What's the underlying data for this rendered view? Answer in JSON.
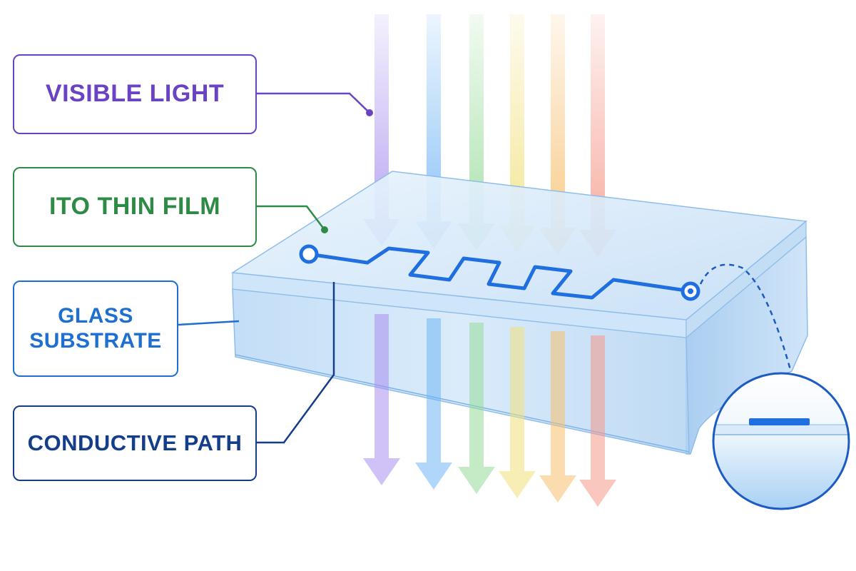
{
  "labels": {
    "visible_light": {
      "text": "VISIBLE LIGHT",
      "color": "#6a43c4"
    },
    "ito_thin_film": {
      "text": "ITO THIN FILM",
      "color": "#2e8b45"
    },
    "glass_substrate": {
      "line1": "GLASS",
      "line2": "SUBSTRATE",
      "color": "#1e6fd0"
    },
    "conductive_path": {
      "text": "CONDUCTIVE PATH",
      "color": "#143d8a"
    }
  },
  "light_beams": [
    {
      "name": "violet",
      "color": "#a990f0"
    },
    {
      "name": "blue",
      "color": "#6fb4f5"
    },
    {
      "name": "green",
      "color": "#96db98"
    },
    {
      "name": "yellow",
      "color": "#f1e07a"
    },
    {
      "name": "orange",
      "color": "#f7bf6d"
    },
    {
      "name": "red",
      "color": "#f5998a"
    }
  ],
  "colors": {
    "glass_top": "#d6e9fa",
    "glass_edge": "#a9cdf0",
    "trace": "#1f6fe0",
    "outline": "#5f9fe0",
    "zoom_outline": "#1c5cc2"
  }
}
